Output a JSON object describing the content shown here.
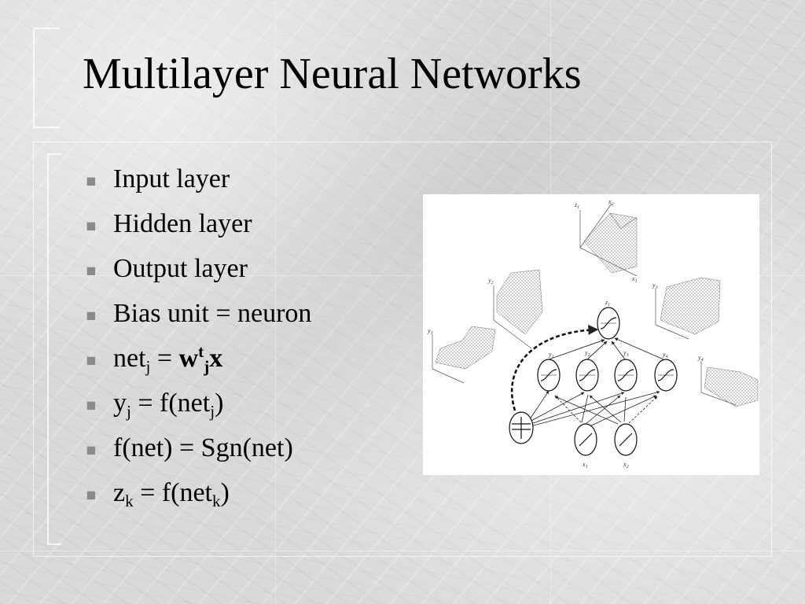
{
  "slide": {
    "title": "Multilayer Neural Networks",
    "bullets": [
      {
        "parts": [
          {
            "t": "Input layer"
          }
        ]
      },
      {
        "parts": [
          {
            "t": "Hidden layer"
          }
        ]
      },
      {
        "parts": [
          {
            "t": "Output layer"
          }
        ]
      },
      {
        "parts": [
          {
            "t": "Bias unit = neuron"
          }
        ]
      },
      {
        "parts": [
          {
            "t": "net"
          },
          {
            "t": "j",
            "s": "sub"
          },
          {
            "t": " = "
          },
          {
            "t": "w",
            "b": true
          },
          {
            "t": "t",
            "s": "sup",
            "b": true
          },
          {
            "t": "j",
            "s": "sub",
            "b": true
          },
          {
            "t": "x",
            "b": true
          }
        ]
      },
      {
        "parts": [
          {
            "t": "y"
          },
          {
            "t": "j",
            "s": "sub"
          },
          {
            "t": " = f(net"
          },
          {
            "t": "j",
            "s": "sub"
          },
          {
            "t": ")"
          }
        ]
      },
      {
        "parts": [
          {
            "t": "f(net) = Sgn(net)"
          }
        ]
      },
      {
        "parts": [
          {
            "t": "z"
          },
          {
            "t": "k",
            "s": "sub"
          },
          {
            "t": " = f(net"
          },
          {
            "t": "k",
            "s": "sub"
          },
          {
            "t": ")"
          }
        ]
      }
    ]
  },
  "figure": {
    "labels": {
      "z1": "z",
      "z1_sub": "1",
      "y1": "y",
      "y1_sub": "1",
      "y2": "y",
      "y2_sub": "2",
      "y3": "y",
      "y3_sub": "3",
      "y4": "y",
      "y4_sub": "4",
      "x1": "x",
      "x1_sub": "1",
      "x2": "x",
      "x2_sub": "2"
    }
  },
  "colors": {
    "text": "#000000",
    "bullet": "#8a8a8a",
    "background": "#d9d9d9",
    "figure_background": "#ffffff"
  }
}
